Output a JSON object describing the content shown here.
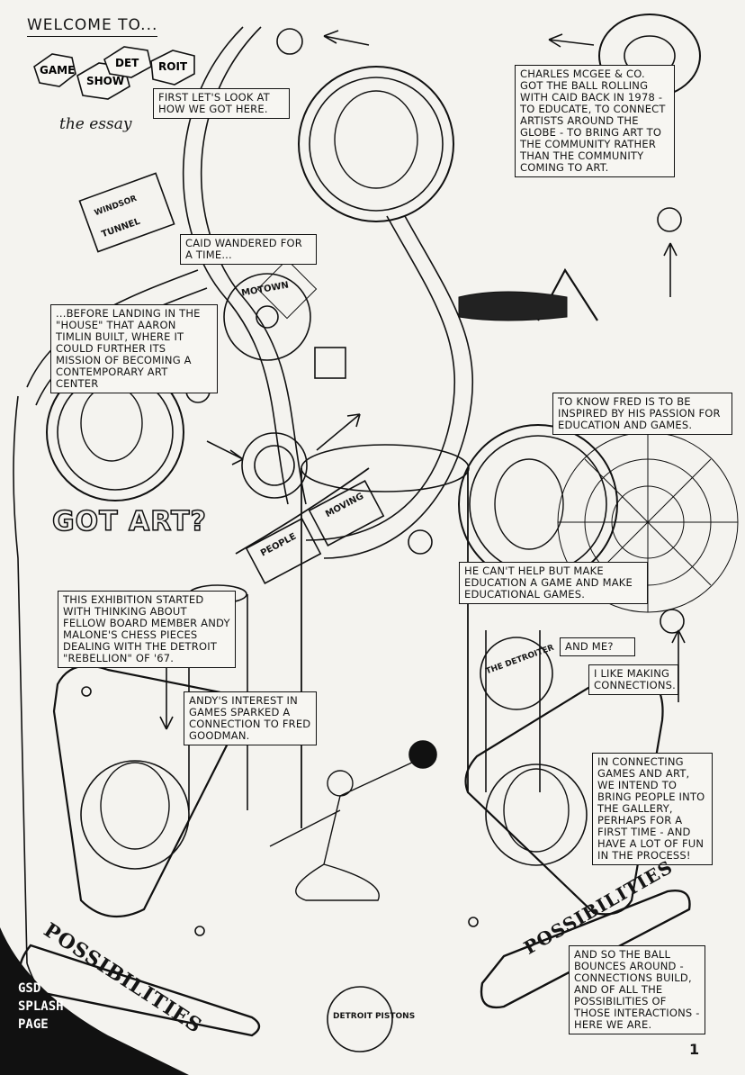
{
  "header": {
    "welcome": "WELCOME TO...",
    "hex_words": [
      "GAME",
      "SHOW",
      "DET",
      "ROIT"
    ],
    "subtitle": "the essay"
  },
  "captions": {
    "first_look": "FIRST LET'S LOOK AT HOW WE GOT HERE.",
    "mcgee": "CHARLES MCGEE & CO. GOT THE BALL ROLLING WITH CAID BACK IN 1978 - TO EDUCATE, TO CONNECT ARTISTS AROUND THE GLOBE - TO BRING ART TO THE COMMUNITY RATHER THAN THE COMMUNITY COMING TO ART.",
    "caid_wandered": "CAID WANDERED FOR A TIME...",
    "before_landing": "...BEFORE LANDING IN THE \"HOUSE\" THAT AARON TIMLIN BUILT, WHERE IT COULD FURTHER ITS MISSION OF BECOMING A CONTEMPORARY ART CENTER",
    "to_know_fred": "TO KNOW FRED IS TO BE INSPIRED BY HIS PASSION FOR EDUCATION AND GAMES.",
    "cant_help": "HE CAN'T HELP BUT MAKE EDUCATION A GAME AND MAKE EDUCATIONAL GAMES.",
    "and_me": "AND ME?",
    "i_like": "I LIKE MAKING CONNECTIONS.",
    "exhibition": "THIS EXHIBITION STARTED WITH THINKING ABOUT FELLOW BOARD MEMBER ANDY MALONE'S CHESS PIECES DEALING WITH THE DETROIT \"REBELLION\" OF '67.",
    "andys_interest": "ANDY'S INTEREST IN GAMES SPARKED A CONNECTION TO FRED GOODMAN.",
    "in_connecting": "IN CONNECTING GAMES AND ART, WE INTEND TO BRING PEOPLE INTO THE GALLERY, PERHAPS FOR A FIRST TIME - AND HAVE A LOT OF FUN IN THE PROCESS!",
    "and_so": "AND SO THE BALL BOUNCES AROUND - CONNECTIONS BUILD, AND OF ALL THE POSSIBILITIES OF THOSE INTERACTIONS - HERE WE ARE."
  },
  "drawn_labels": {
    "got_art": "GOT ART?",
    "people": "PEOPLE",
    "moving": "MOVING",
    "motown": "MOTOWN",
    "tunnel": "TUNNEL",
    "windsor": "WINDSOR",
    "detroiter": "THE DETROITER",
    "pistons": "DETROIT PISTONS",
    "possibilities_left": "POSSIBILITIES",
    "possibilities_right": "POSSIBILITIES"
  },
  "badge": [
    "GSD",
    "SPLASH",
    "PAGE"
  ],
  "page_number": "1",
  "colors": {
    "ink": "#111111",
    "paper": "#f4f3ef"
  }
}
